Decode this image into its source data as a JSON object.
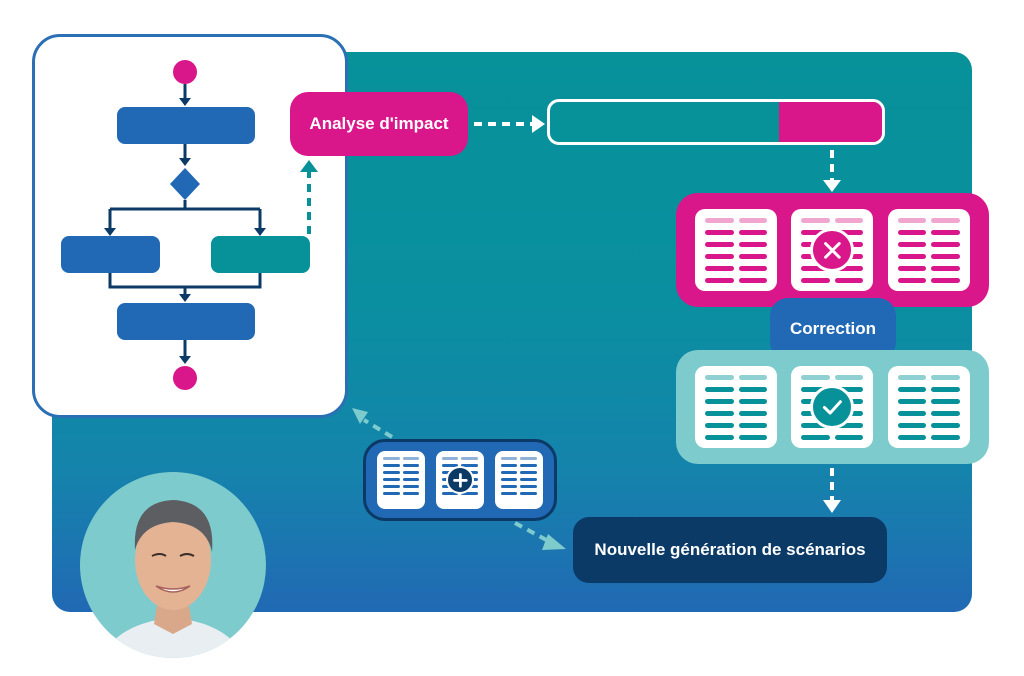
{
  "diagram": {
    "title": "Cycle de tests : analyse d'impact, correction et nouvelle génération de scénarios",
    "colors": {
      "teal": "#079199",
      "magenta": "#d9168a",
      "blue": "#2169b4",
      "navy": "#0c3a66",
      "light_teal": "#7dcbcc",
      "white": "#ffffff"
    },
    "nodes": {
      "impact_analysis": {
        "label": "Analyse d'impact"
      },
      "correction": {
        "label": "Correction"
      },
      "new_generation": {
        "label": "Nouvelle génération de scénarios"
      }
    },
    "impact_progress": {
      "unaffected_fraction": 0.69,
      "impacted_fraction": 0.31
    },
    "scenario_groups": {
      "failed": {
        "documents": 3,
        "status_icon": "cross-icon",
        "flagged_index": 2
      },
      "corrected": {
        "documents": 3,
        "status_icon": "check-icon",
        "flagged_index": 2
      },
      "new": {
        "documents": 3,
        "status_icon": "plus-icon",
        "flagged_index": 2
      }
    },
    "flowchart": {
      "nodes": [
        "start",
        "step-1",
        "decision",
        "branch-left",
        "branch-right-impacted",
        "merge-step",
        "end"
      ]
    },
    "avatar": {
      "description": "Portrait of a smiling man"
    }
  }
}
